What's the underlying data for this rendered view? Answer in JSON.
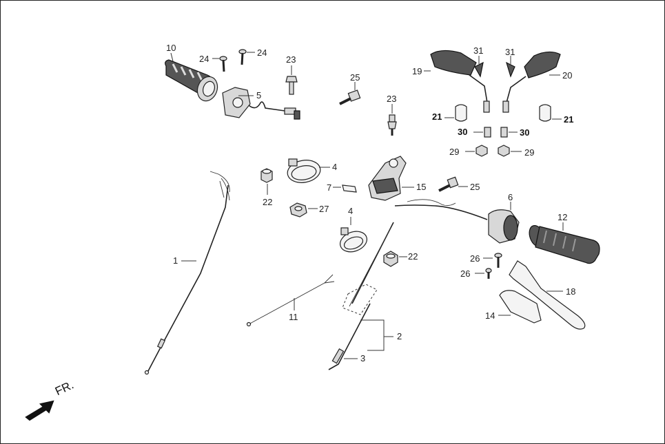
{
  "diagram": {
    "direction_label": "FR.",
    "callouts": {
      "c1": "1",
      "c2": "2",
      "c3": "3",
      "c4a": "4",
      "c4b": "4",
      "c5": "5",
      "c6": "6",
      "c7": "7",
      "c10": "10",
      "c11": "11",
      "c12": "12",
      "c14": "14",
      "c15": "15",
      "c18": "18",
      "c19": "19",
      "c20": "20",
      "c21a": "21",
      "c21b": "21",
      "c22a": "22",
      "c22b": "22",
      "c23a": "23",
      "c23b": "23",
      "c24a": "24",
      "c24b": "24",
      "c25a": "25",
      "c25b": "25",
      "c26a": "26",
      "c26b": "26",
      "c27": "27",
      "c29a": "29",
      "c29b": "29",
      "c30a": "30",
      "c30b": "30",
      "c31a": "31",
      "c31b": "31"
    }
  },
  "colors": {
    "line": "#222222",
    "metal": "#d8d8d8",
    "dark": "#555555",
    "background": "#ffffff"
  }
}
